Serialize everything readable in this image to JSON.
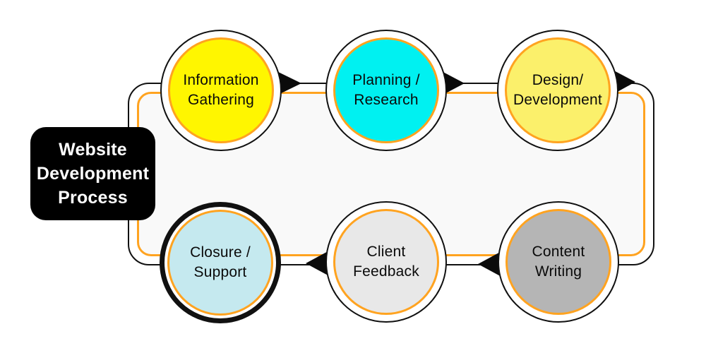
{
  "diagram": {
    "title": "Website Development Process",
    "title_lines": "Website\nDevelopment\nProcess"
  },
  "colors": {
    "accent_orange": "#FFA320",
    "outline_black": "#111111",
    "track_fill": "#F9F9F9",
    "title_box_bg": "#000000",
    "title_box_text": "#FFFFFF"
  },
  "steps": [
    {
      "label": "Information\nGathering",
      "color": "#FFF600",
      "emphasized": false
    },
    {
      "label": "Planning /\nResearch",
      "color": "#00F1F1",
      "emphasized": false
    },
    {
      "label": "Design/\nDevelopment",
      "color": "#FBF06B",
      "emphasized": false
    },
    {
      "label": "Content\nWriting",
      "color": "#B5B5B5",
      "emphasized": false
    },
    {
      "label": "Client\nFeedback",
      "color": "#E8E8E8",
      "emphasized": false
    },
    {
      "label": "Closure /\nSupport",
      "color": "#C5E9EF",
      "emphasized": true
    }
  ],
  "arrows": [
    {
      "name": "information-to-planning",
      "direction": "right"
    },
    {
      "name": "planning-to-design",
      "direction": "right"
    },
    {
      "name": "design-to-content",
      "direction": "right"
    },
    {
      "name": "content-to-feedback",
      "direction": "left"
    },
    {
      "name": "feedback-to-closure",
      "direction": "left"
    }
  ]
}
